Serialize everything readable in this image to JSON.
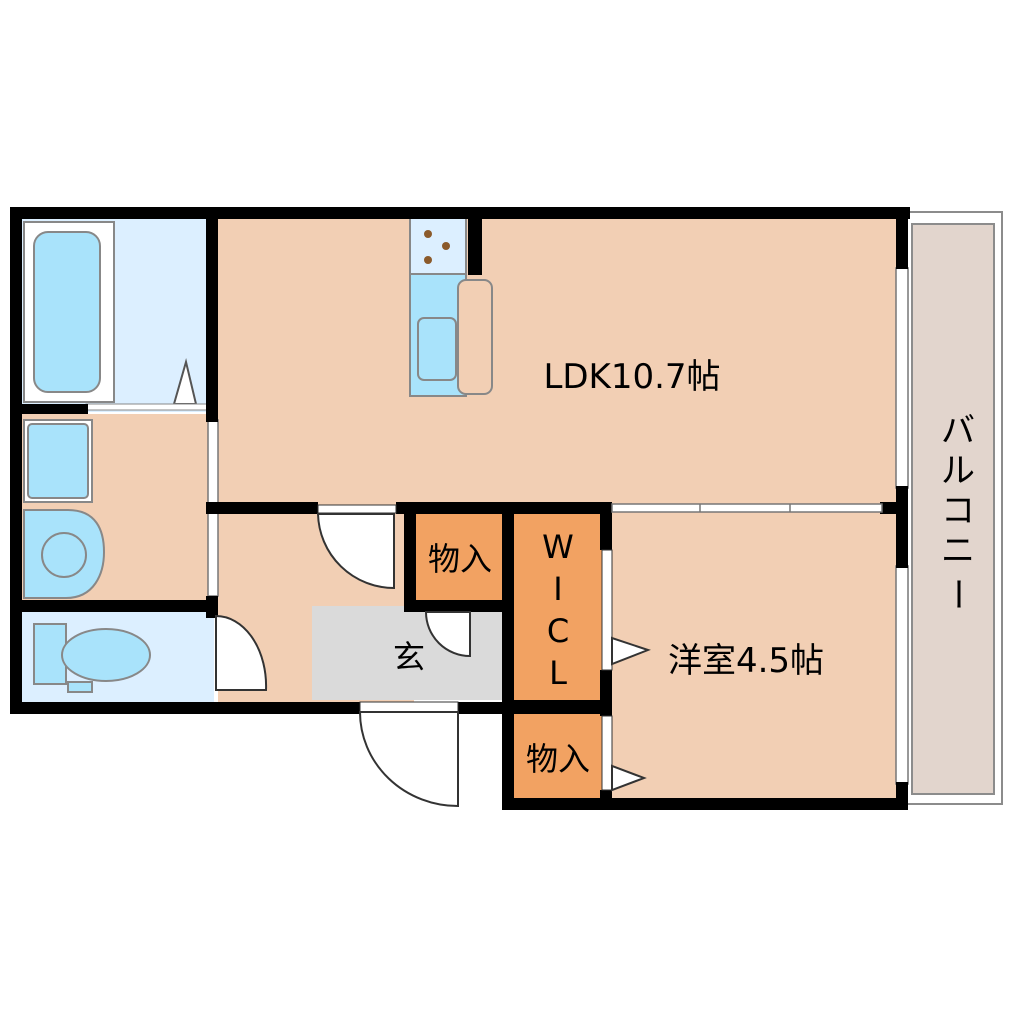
{
  "rooms": {
    "ldk": "LDK10.7帖",
    "western": "洋室4.5帖",
    "storage_1": "物入",
    "storage_2": "物入",
    "wic": [
      "W",
      "I",
      "C",
      "L"
    ],
    "entrance": "玄",
    "balcony": [
      "バ",
      "ル",
      "コ",
      "ニ",
      "ー"
    ]
  },
  "colors": {
    "room_floor": "#f2cfb4",
    "wet_area": "#dcefff",
    "fixture": "#a9e3fb",
    "storage": "#f2a262",
    "entrance": "#dadada",
    "balcony": "#e2d5cd",
    "wall": "#000000"
  }
}
